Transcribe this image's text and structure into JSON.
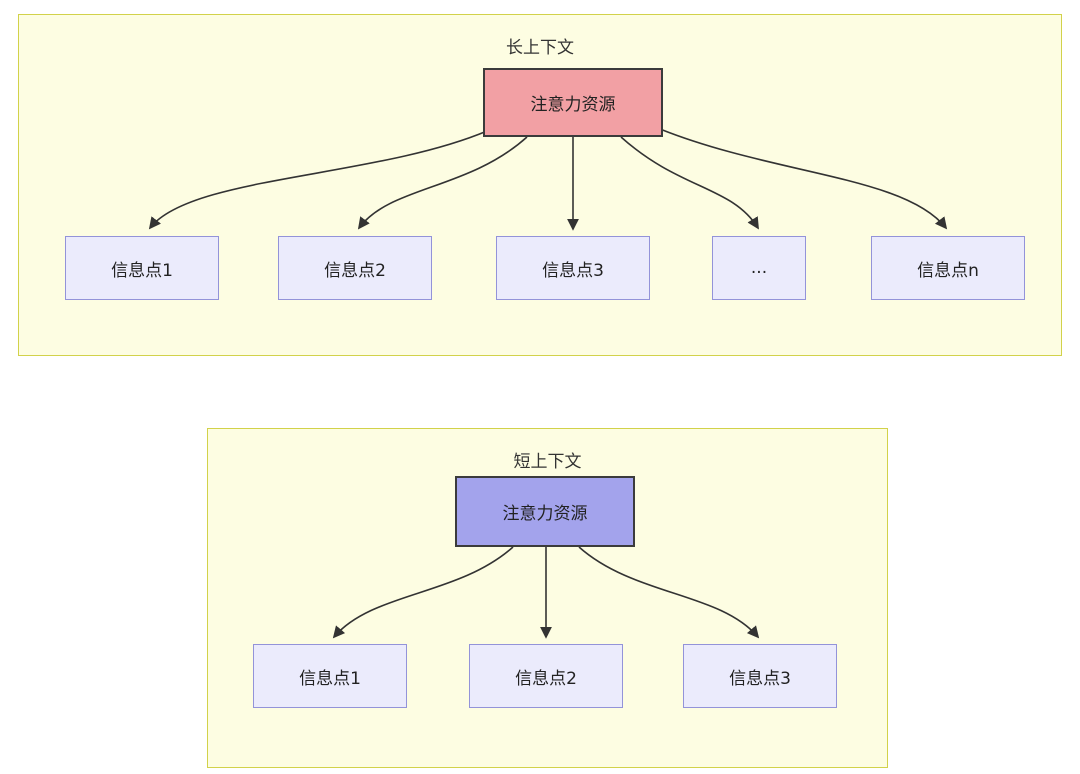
{
  "diagrams": {
    "long": {
      "title": "长上下文",
      "source": "注意力资源",
      "nodes": [
        "信息点1",
        "信息点2",
        "信息点3",
        "...",
        "信息点n"
      ]
    },
    "short": {
      "title": "短上下文",
      "source": "注意力资源",
      "nodes": [
        "信息点1",
        "信息点2",
        "信息点3"
      ]
    }
  },
  "colors": {
    "container_fill": "#fdfde2",
    "container_border": "#d2d24a",
    "attention_long_fill": "#f2a0a4",
    "attention_short_fill": "#a3a3ec",
    "node_fill": "#ebebfc",
    "node_border": "#9393d9",
    "arrow": "#333333"
  }
}
